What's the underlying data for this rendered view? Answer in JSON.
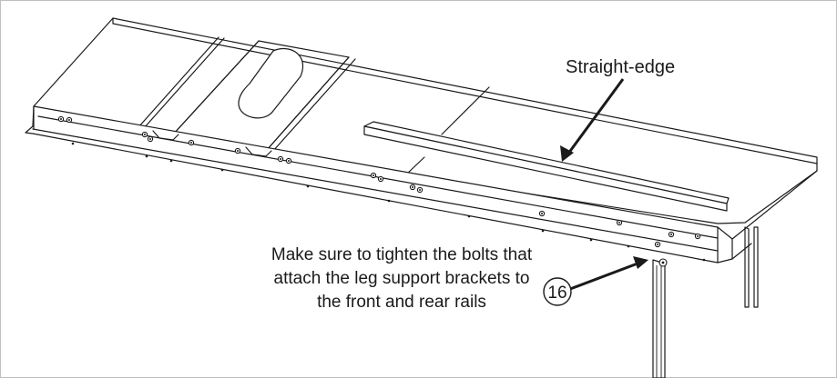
{
  "callouts": {
    "straight_edge": "Straight-edge",
    "note_line1": "Make sure to tighten the bolts that",
    "note_line2": "attach the leg support brackets to",
    "note_line3": "the front and rear rails",
    "part_number": "16"
  },
  "colors": {
    "line": "#1a1a1a",
    "frame": "#bfbfbf",
    "background": "#ffffff"
  }
}
